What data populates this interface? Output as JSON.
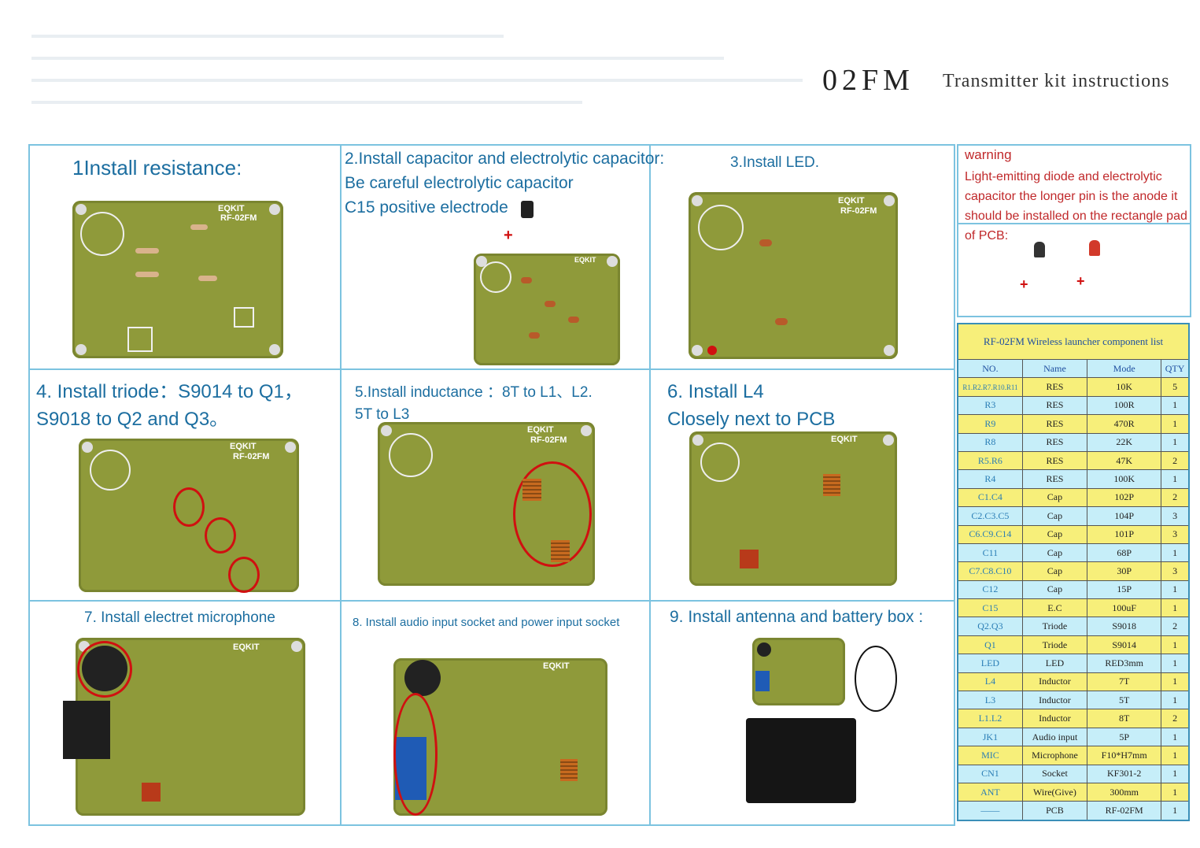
{
  "header": {
    "title": "02FM",
    "subtitle": "Transmitter kit instructions"
  },
  "steps": {
    "s1": "1Install resistance:",
    "s2_line1": "2.Install capacitor and electrolytic capacitor:",
    "s2_line2": "Be careful electrolytic capacitor",
    "s2_line3": "C15 positive electrode",
    "s3": "3.Install LED.",
    "s4_line1": "4. Install triode：S9014 to Q1，",
    "s4_line2": "S9018 to Q2 and Q3。",
    "s5_line1": "5.Install inductance ：8T  to L1、L2.",
    "s5_line2": "5T to L3",
    "s6_line1": "6. Install L4",
    "s6_line2": "Closely next to PCB",
    "s7": "7. Install electret microphone",
    "s8": "8. Install audio input socket and power input socket",
    "s9": "9. Install antenna and battery box :"
  },
  "pcb": {
    "brand": "EQKIT",
    "model": "RF-02FM"
  },
  "warning": {
    "title": "warning",
    "text": "Light-emitting diode and electrolytic capacitor the longer pin is the anode it should be installed on the rectangle pad of PCB:"
  },
  "component_table": {
    "caption": "RF-02FM Wireless launcher component list",
    "headers": [
      "NO.",
      "Name",
      "Mode",
      "QTY"
    ],
    "rows": [
      [
        "R1.R2.R7.R10.R11",
        "RES",
        "10K",
        "5"
      ],
      [
        "R3",
        "RES",
        "100R",
        "1"
      ],
      [
        "R9",
        "RES",
        "470R",
        "1"
      ],
      [
        "R8",
        "RES",
        "22K",
        "1"
      ],
      [
        "R5.R6",
        "RES",
        "47K",
        "2"
      ],
      [
        "R4",
        "RES",
        "100K",
        "1"
      ],
      [
        "C1.C4",
        "Cap",
        "102P",
        "2"
      ],
      [
        "C2.C3.C5",
        "Cap",
        "104P",
        "3"
      ],
      [
        "C6.C9.C14",
        "Cap",
        "101P",
        "3"
      ],
      [
        "C11",
        "Cap",
        "68P",
        "1"
      ],
      [
        "C7.C8.C10",
        "Cap",
        "30P",
        "3"
      ],
      [
        "C12",
        "Cap",
        "15P",
        "1"
      ],
      [
        "C15",
        "E.C",
        "100uF",
        "1"
      ],
      [
        "Q2.Q3",
        "Triode",
        "S9018",
        "2"
      ],
      [
        "Q1",
        "Triode",
        "S9014",
        "1"
      ],
      [
        "LED",
        "LED",
        "RED3mm",
        "1"
      ],
      [
        "L4",
        "Inductor",
        "7T",
        "1"
      ],
      [
        "L3",
        "Inductor",
        "5T",
        "1"
      ],
      [
        "L1.L2",
        "Inductor",
        "8T",
        "2"
      ],
      [
        "JK1",
        "Audio input",
        "5P",
        "1"
      ],
      [
        "MIC",
        "Microphone",
        "F10*H7mm",
        "1"
      ],
      [
        "CN1",
        "Socket",
        "KF301-2",
        "1"
      ],
      [
        "ANT",
        "Wire(Give)",
        "300mm",
        "1"
      ],
      [
        "——",
        "PCB",
        "RF-02FM",
        "1"
      ]
    ]
  }
}
